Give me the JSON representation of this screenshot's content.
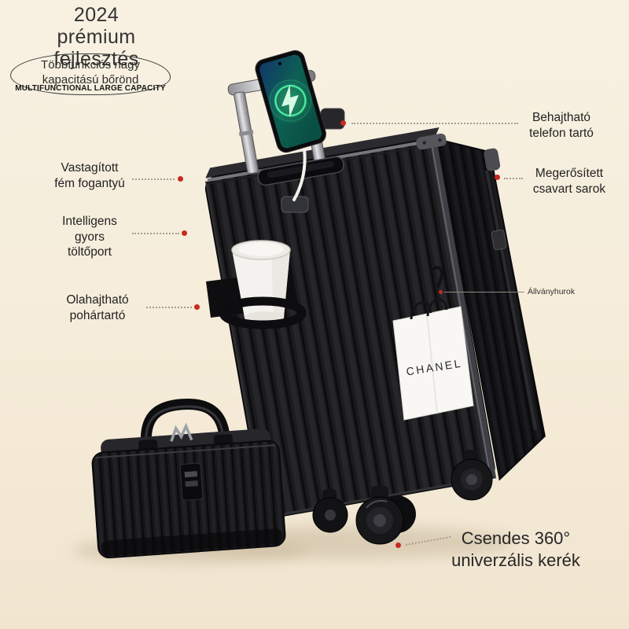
{
  "header": {
    "title_line1": "2024",
    "title_line2": "prémium",
    "title_line3": "fejlesztés",
    "badge_text": "Többfunkciós nagy kapacitású bőrönd",
    "badge_caps": "MULTIFUNCTIONAL LARGE CAPACITY"
  },
  "callouts": {
    "phone_holder": "Behajtható telefon tartó",
    "reinforced_corner": "Megerősített csavart sarok",
    "metal_handle": "Vastagított fém fogantyú",
    "charge_port": "Intelligens gyors töltőport",
    "cup_holder": "Olahajtható pohártartó",
    "stand_loop": "Állványhurok",
    "wheel": "Csendes 360° univerzális kerék"
  },
  "product": {
    "bag_brand": "CHANEL"
  },
  "colors": {
    "background_top": "#f8f1e2",
    "background_bottom": "#f1e5d0",
    "accent_dot": "#c42b20",
    "leader_line": "#a59e91",
    "text": "#2d2d2d",
    "suitcase_black": "#1b1b1e"
  }
}
